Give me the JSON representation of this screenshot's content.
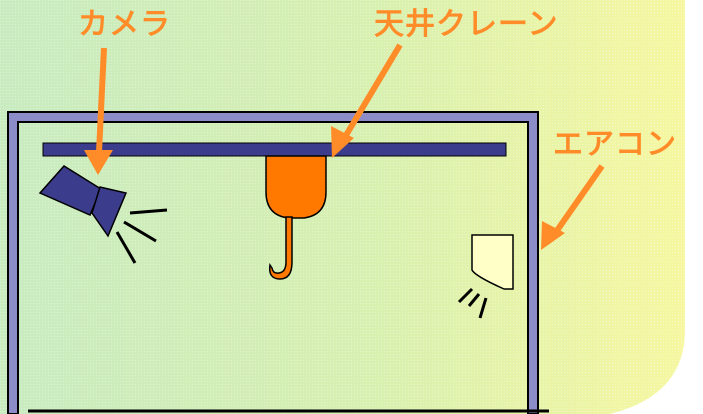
{
  "labels": {
    "camera": "カメラ",
    "crane": "天井クレーン",
    "aircon": "エアコン"
  },
  "colors": {
    "label": "#ff8c28",
    "arrow": "#ff8c28",
    "wall": "#8c8cc8",
    "rail": "#3c3c8c",
    "crane": "#ff7800",
    "camera": "#3c3c8c",
    "aircon": "#ffffc8",
    "background_left": "#c8ebc0",
    "background_right": "#f6f7a0"
  },
  "icons": [
    "camera-icon",
    "crane-hook-icon",
    "air-conditioner-icon"
  ]
}
